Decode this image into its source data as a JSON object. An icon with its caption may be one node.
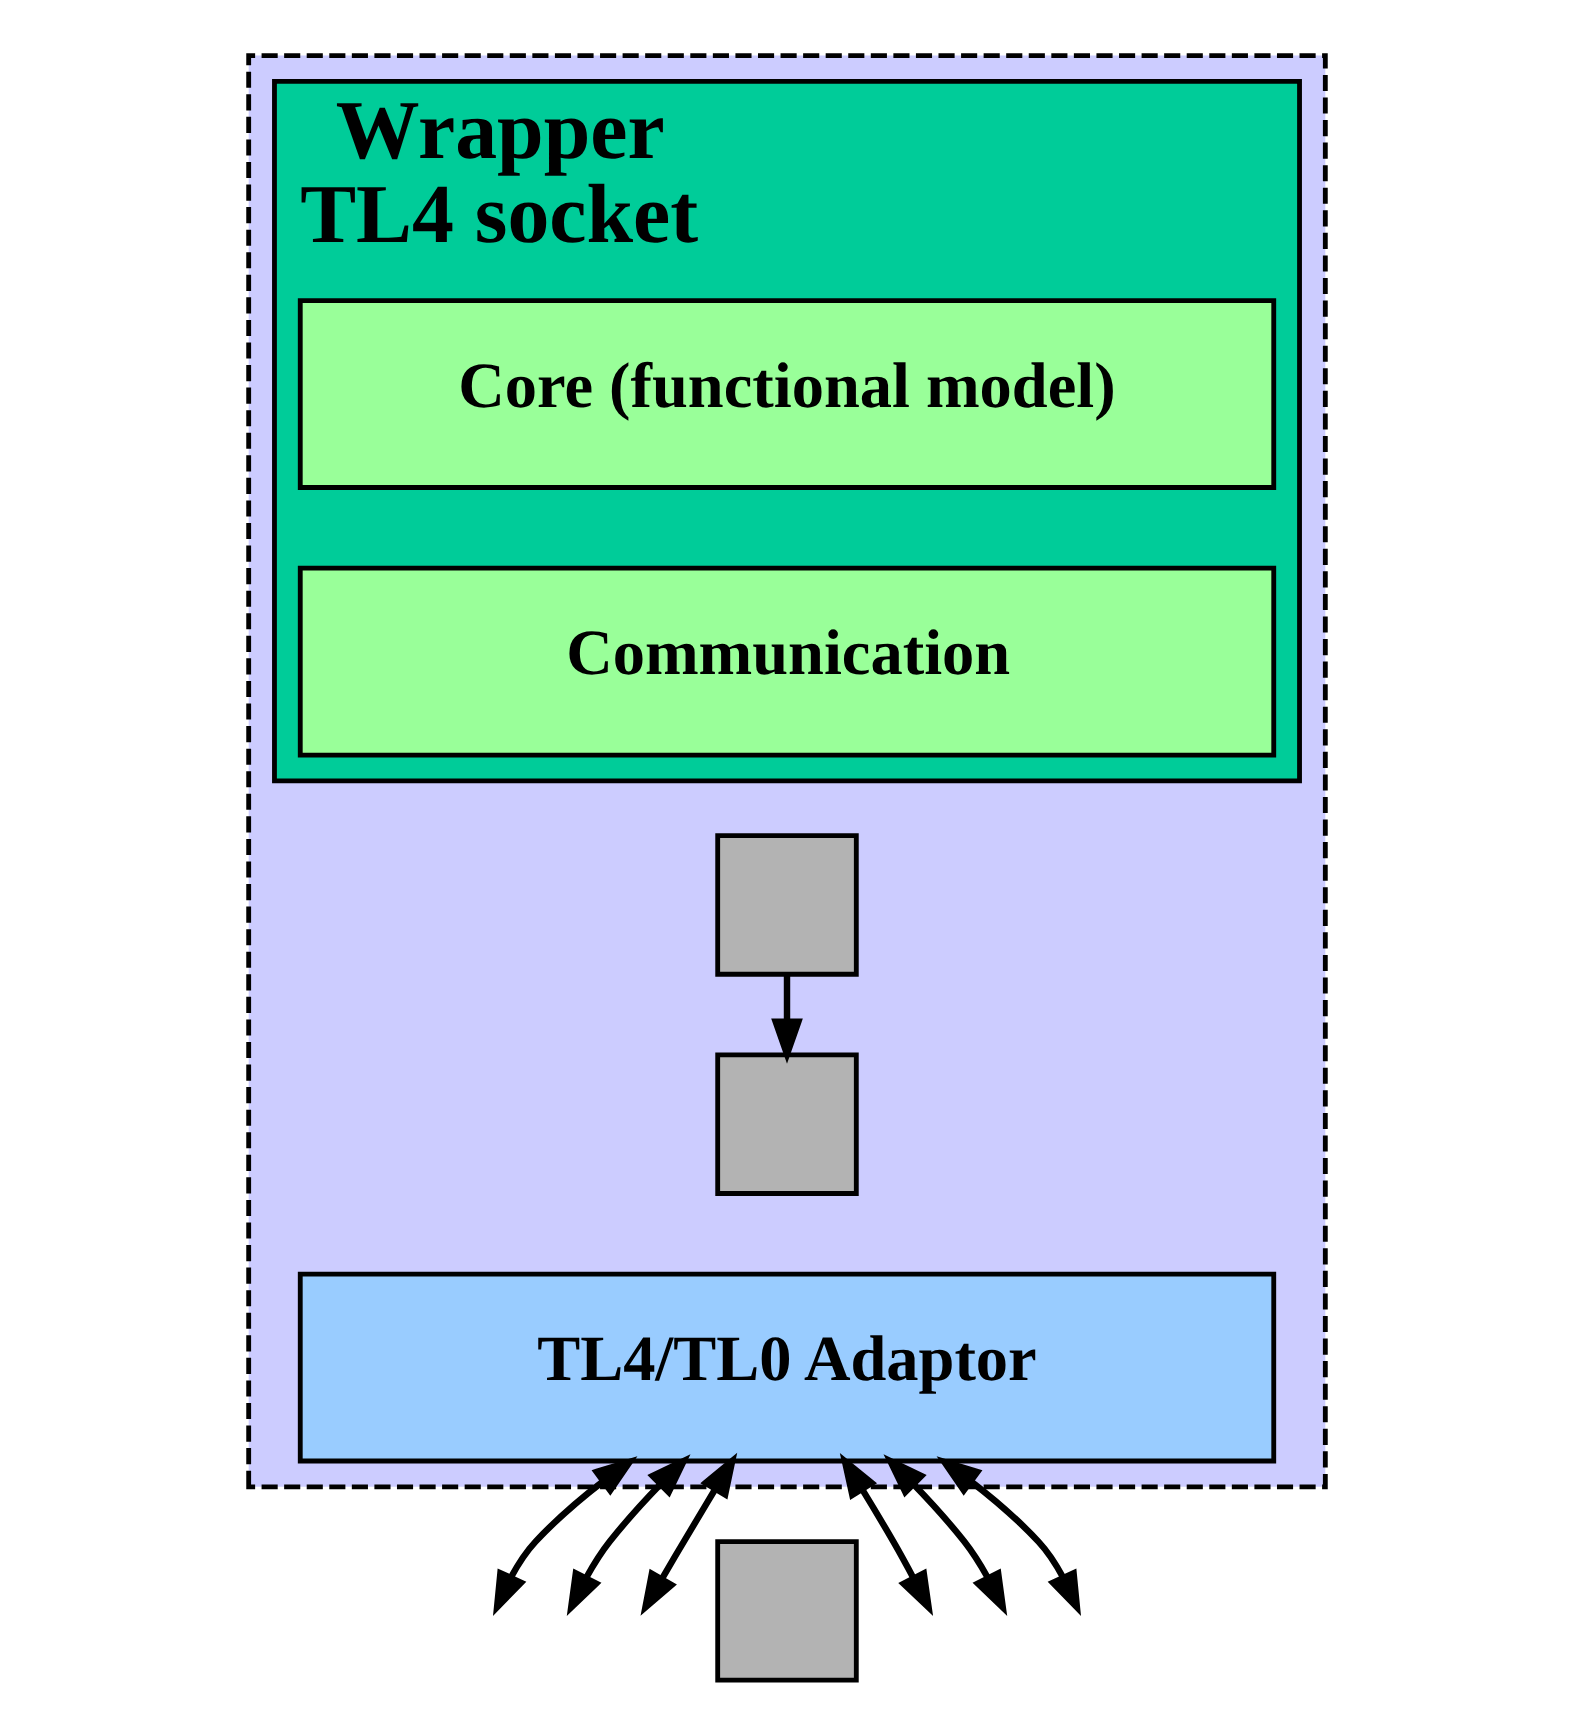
{
  "diagram": {
    "nodes": [
      {
        "text": [],
        "shape": "box"
      },
      {
        "text": [
          "Wrapper",
          "TL4 socket"
        ],
        "in": 0
      },
      {
        "text": [
          "Core (functional model)"
        ],
        "in": 1
      },
      {
        "text": [
          "Communication"
        ],
        "in": 1
      },
      {
        "text": [],
        "shape": "box",
        "in": 0
      },
      {
        "text": [],
        "shape": "box",
        "in": 0
      },
      {
        "text": [
          "TL4/TL0 Adaptor"
        ],
        "in": 0
      },
      {
        "text": [],
        "shape": "box"
      }
    ],
    "edges": [
      {
        "from": 4,
        "to": 5,
        "arrow": "to"
      },
      {
        "from": 6,
        "to": null,
        "arrow": "both"
      },
      {
        "from": 6,
        "to": null,
        "arrow": "both"
      },
      {
        "from": 6,
        "to": null,
        "arrow": "both"
      },
      {
        "from": 6,
        "to": null,
        "arrow": "both"
      },
      {
        "from": 6,
        "to": null,
        "arrow": "both"
      },
      {
        "from": 6,
        "to": null,
        "arrow": "both"
      }
    ]
  }
}
